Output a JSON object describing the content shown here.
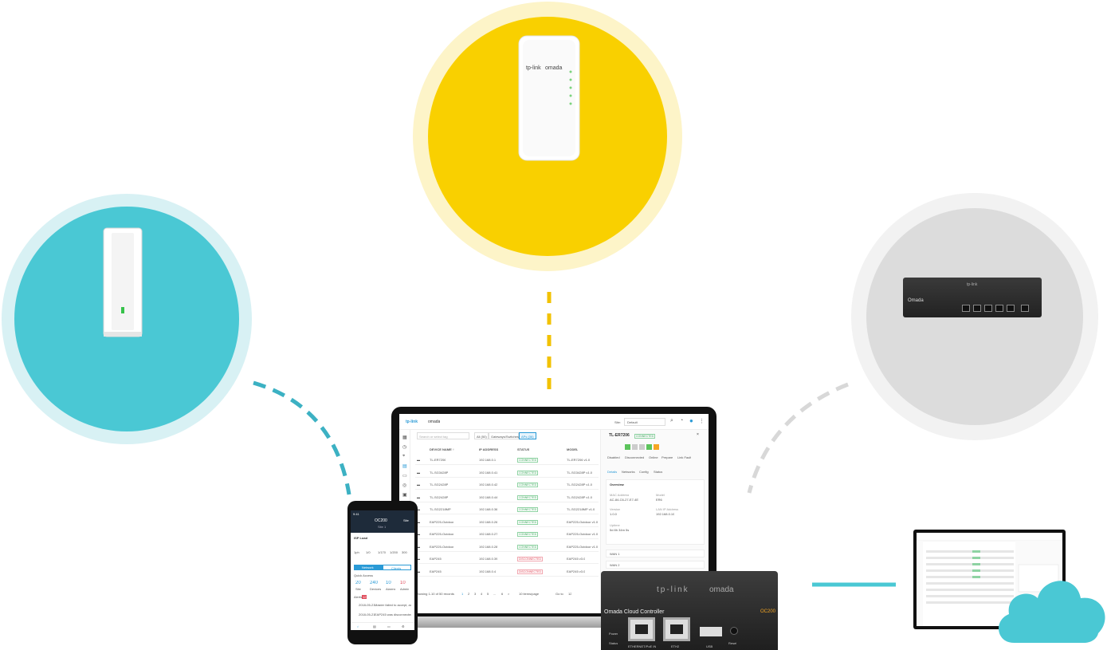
{
  "colors": {
    "teal": "#4ac8d4",
    "teal_light": "#d8f1f4",
    "yellow": "#f9d000",
    "yellow_light": "#fdf4c8",
    "gray": "#dcdcdc",
    "gray_light": "#f2f2f2",
    "line_teal": "#3cb1c3",
    "line_yellow": "#f2c200",
    "line_gray": "#d8d8d8"
  },
  "icons": {
    "outdoor_ap": "outdoor-access-point-icon",
    "indoor_ap": "wall-plug-access-point-icon",
    "router": "router-icon",
    "cloud": "cloud-icon",
    "controller": "hardware-controller-icon",
    "laptop": "laptop-icon",
    "phone": "phone-icon",
    "monitor": "monitor-icon"
  },
  "laptop": {
    "brand": "tp-link",
    "app": "omada",
    "site_label": "Site:",
    "site_value": "Default",
    "search_placeholder": "Search or select tag",
    "filters": [
      "All (50)",
      "Gateways/Switches (1)",
      "APs (36)"
    ],
    "columns": [
      "DEVICE NAME ↑",
      "IP ADDRESS",
      "STATUS",
      "MODEL"
    ],
    "rows": [
      {
        "name": "TL-ER7206",
        "ip": "192.168.0.1",
        "status": "CONNECTED",
        "model": "TL-ER7206 v1.0",
        "ok": true
      },
      {
        "name": "TL-SG3428P",
        "ip": "192.168.0.41",
        "status": "CONNECTED",
        "model": "TL-SG3428P v1.0",
        "ok": true
      },
      {
        "name": "TL-SG2428P",
        "ip": "192.168.0.42",
        "status": "CONNECTED",
        "model": "TL-SG2428P v1.0",
        "ok": true
      },
      {
        "name": "TL-SG2428P",
        "ip": "192.168.0.44",
        "status": "CONNECTED",
        "model": "TL-SG2428P v1.0",
        "ok": true
      },
      {
        "name": "TL-SG2218MP",
        "ip": "192.168.0.36",
        "status": "CONNECTED",
        "model": "TL-SG2218MP v1.0",
        "ok": true
      },
      {
        "name": "EAP225-Outdoor",
        "ip": "192.168.0.26",
        "status": "CONNECTED",
        "model": "EAP225-Outdoor v1.0",
        "ok": true
      },
      {
        "name": "EAP225-Outdoor",
        "ip": "192.168.0.27",
        "status": "CONNECTED",
        "model": "EAP225-Outdoor v1.0",
        "ok": true
      },
      {
        "name": "EAP225-Outdoor",
        "ip": "192.168.0.28",
        "status": "CONNECTED",
        "model": "EAP225-Outdoor v1.0",
        "ok": true
      },
      {
        "name": "EAP245",
        "ip": "192.168.0.39",
        "status": "DISCONNECTED",
        "model": "EAP245 v3.0",
        "ok": false
      },
      {
        "name": "EAP245",
        "ip": "192.168.0.4",
        "status": "DISCONNECTED",
        "model": "EAP245 v3.0",
        "ok": false
      }
    ],
    "pagination": "Showing 1-10 of 50 records",
    "pages": [
      "1",
      "2",
      "3",
      "4",
      "5",
      "...",
      "6",
      ">"
    ],
    "per_page": "10 items/page",
    "goto_label": "Go to",
    "goto_value": "12",
    "detail": {
      "title": "TL-ER7206",
      "status": "CONNECTED",
      "legend": [
        "Disabled",
        "Disconnected",
        "Online",
        "Prepare",
        "Link Fault"
      ],
      "tabs": [
        "Details",
        "Networks",
        "Config",
        "Status"
      ],
      "overview_label": "Overview",
      "fields": [
        {
          "label": "MAC Address",
          "value": "AC-84-C6-27-E7-4E"
        },
        {
          "label": "Model",
          "value": "ER6"
        },
        {
          "label": "Version",
          "value": "1.0.0"
        },
        {
          "label": "LAN IP Address",
          "value": "192.168.0.10"
        },
        {
          "label": "Uptime",
          "value": "5d 8h 34m 5s"
        }
      ],
      "wan1": "WAN 1",
      "wan2": "WAN 2"
    }
  },
  "phone": {
    "time": "9:41",
    "title": "OC200",
    "subtitle": "Site 1",
    "menu": "Site",
    "section": "ISP Load",
    "stat_labels": [
      "1ph",
      "1/0",
      "1/170",
      "1/200",
      "300"
    ],
    "tabs": [
      "Network",
      "Clients"
    ],
    "quick_title": "Quick Access",
    "stats": [
      {
        "value": "20",
        "label": "Site"
      },
      {
        "value": "240",
        "label": "Devices"
      },
      {
        "value": "10",
        "label": "Alarms"
      },
      {
        "value": "10",
        "label": "Admin"
      }
    ],
    "alerts_label": "Alerts",
    "alerts_count": "12",
    "alerts": [
      {
        "time": "2018-05-21",
        "text": "Master failed to accept, admin failed to login"
      },
      {
        "time": "2018-05-21",
        "text": "EAP245 was disconnected"
      }
    ]
  },
  "controller": {
    "brand": "tp-link",
    "sub_brand": "omada",
    "title": "Omada Cloud Controller",
    "model": "OC200",
    "ports": [
      "ETHERNET/PoE IN",
      "ETH2",
      "USB"
    ],
    "reset": "Reset",
    "leds": [
      "Power",
      "Status"
    ]
  },
  "router": {
    "brand": "tp-link",
    "title": "Omada"
  },
  "indoor_ap": {
    "brand": "tp-link",
    "sub": "omada"
  }
}
